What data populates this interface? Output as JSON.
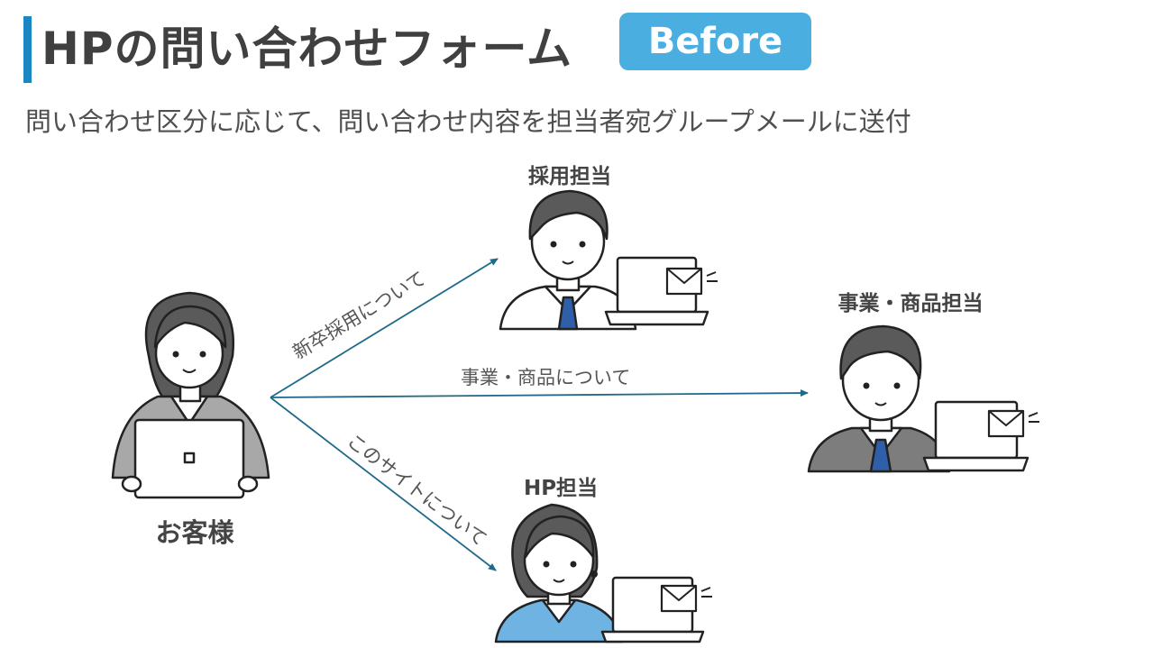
{
  "header": {
    "title": "HPの問い合わせフォーム",
    "badge": "Before"
  },
  "subtitle": "問い合わせ区分に応じて、問い合わせ内容を担当者宛グループメールに送付",
  "nodes": {
    "customer": "お客様",
    "recruit": "採用担当",
    "business": "事業・商品担当",
    "hp": "HP担当"
  },
  "edges": {
    "recruit": "新卒採用について",
    "business": "事業・商品について",
    "hp": "このサイトについて"
  },
  "colors": {
    "accent": "#1a86c2",
    "badge": "#4aaee0",
    "arrow": "#1f6a8a",
    "hair": "#5a5a5a",
    "tie": "#2f5fa8",
    "suit": "#7d7d7d",
    "jacket_blue": "#6fb3e3"
  }
}
